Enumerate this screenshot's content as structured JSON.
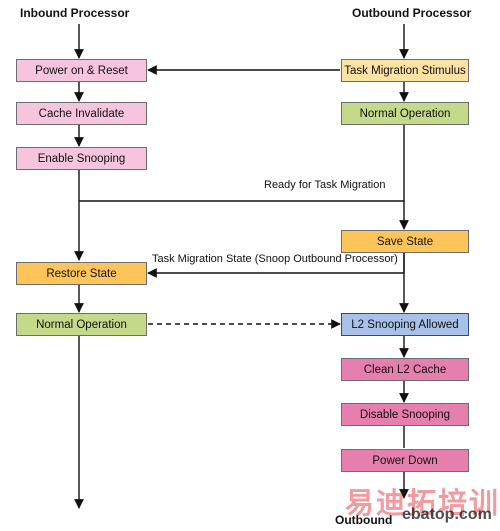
{
  "lanes": {
    "inbound": "Inbound Processor",
    "outbound": "Outbound Processor",
    "outbound_bottom": "Outbound"
  },
  "inbound_steps": {
    "power_on": "Power on & Reset",
    "cache_invalidate": "Cache Invalidate",
    "enable_snooping": "Enable Snooping",
    "restore_state": "Restore State",
    "normal_operation": "Normal Operation"
  },
  "outbound_steps": {
    "task_migration_stimulus": "Task Migration Stimulus",
    "normal_operation": "Normal Operation",
    "save_state": "Save State",
    "l2_snooping_allowed": "L2 Snooping Allowed",
    "clean_l2_cache": "Clean L2 Cache",
    "disable_snooping": "Disable Snooping",
    "power_down": "Power Down"
  },
  "edge_labels": {
    "ready": "Ready for Task Migration",
    "task_migration_state": "Task Migration State (Snoop Outbound Processor)"
  },
  "watermark": {
    "text": "易迪拓培训",
    "url": "ebatop.com"
  },
  "colors": {
    "pink": "#f6c5dd",
    "magenta": "#e67fae",
    "green": "#c5d98b",
    "orange": "#fdc45a",
    "peach": "#fde2a4",
    "blue": "#a9c1e8"
  }
}
